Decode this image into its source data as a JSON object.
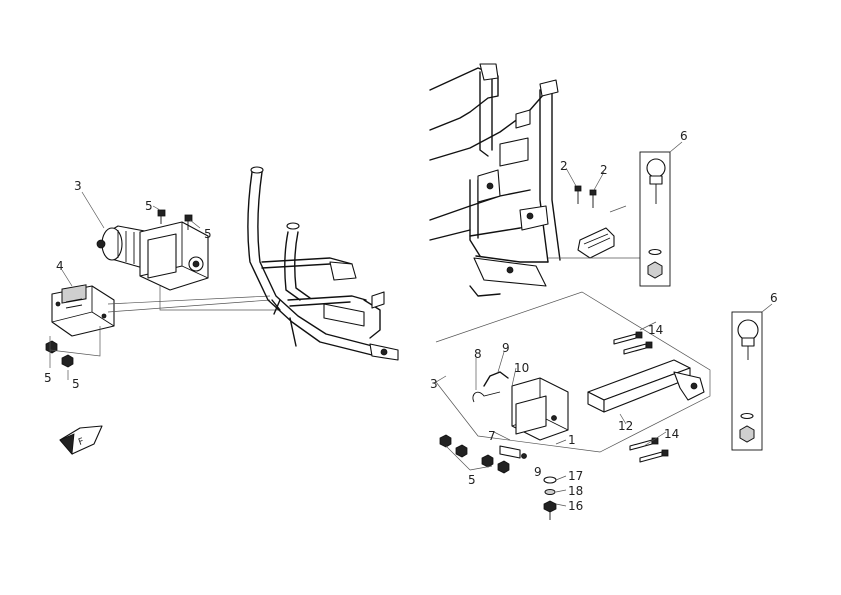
{
  "callouts": [
    {
      "id": "c3a",
      "text": "3"
    },
    {
      "id": "c5a",
      "text": "5"
    },
    {
      "id": "c5b",
      "text": "5"
    },
    {
      "id": "c4",
      "text": "4"
    },
    {
      "id": "c5c",
      "text": "5"
    },
    {
      "id": "c5d",
      "text": "5"
    },
    {
      "id": "c2a",
      "text": "2"
    },
    {
      "id": "c2b",
      "text": "2"
    },
    {
      "id": "c6a",
      "text": "6"
    },
    {
      "id": "c6b",
      "text": "6"
    },
    {
      "id": "c14a",
      "text": "14"
    },
    {
      "id": "c14b",
      "text": "14"
    },
    {
      "id": "c3b",
      "text": "3"
    },
    {
      "id": "c8",
      "text": "8"
    },
    {
      "id": "c9",
      "text": "9"
    },
    {
      "id": "c10",
      "text": "10"
    },
    {
      "id": "c7",
      "text": "7"
    },
    {
      "id": "c1",
      "text": "1"
    },
    {
      "id": "c12",
      "text": "12"
    },
    {
      "id": "c5e",
      "text": "5"
    },
    {
      "id": "c9b",
      "text": "9"
    },
    {
      "id": "c17",
      "text": "17"
    },
    {
      "id": "c18",
      "text": "18"
    },
    {
      "id": "c16",
      "text": "16"
    }
  ],
  "icons": {
    "front_indicator": "front-direction-icon"
  }
}
